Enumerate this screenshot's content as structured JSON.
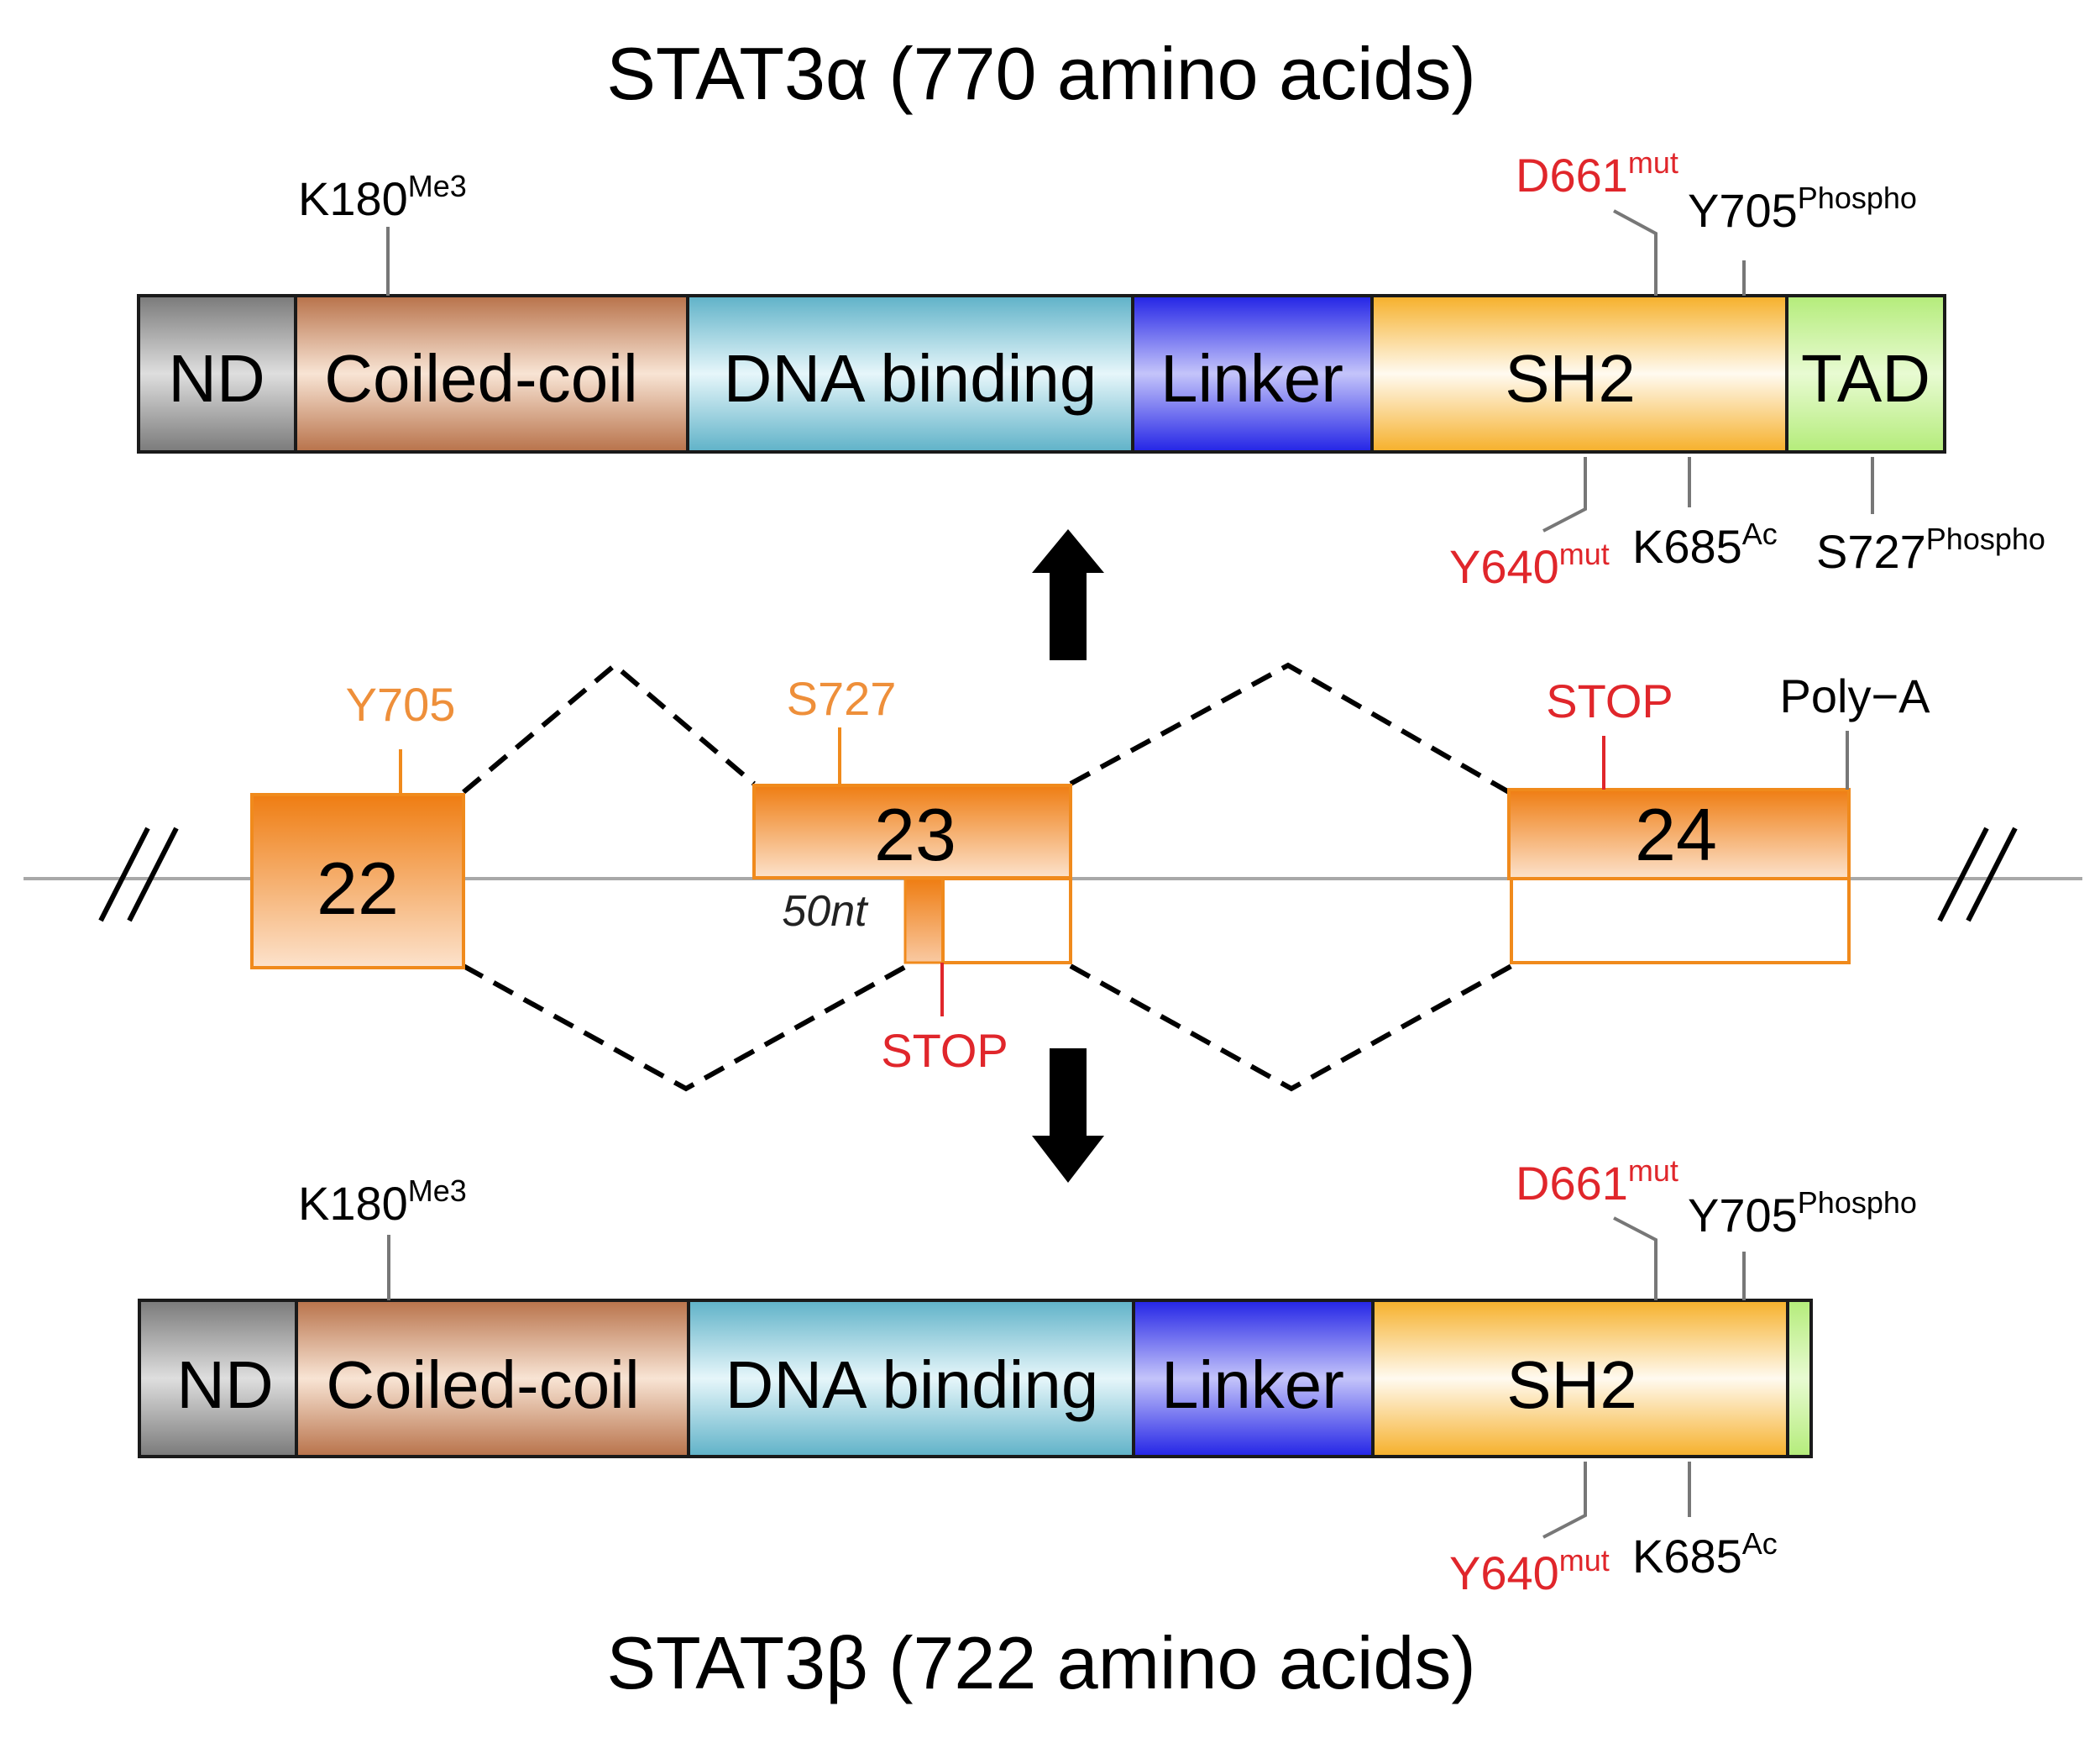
{
  "titles": {
    "alpha": "STAT3α (770 amino acids)",
    "beta": "STAT3β (722 amino acids)"
  },
  "protein_alpha": {
    "domains": {
      "nd": "ND",
      "coiled_coil": "Coiled-coil",
      "dna_binding": "DNA binding",
      "linker": "Linker",
      "sh2": "SH2",
      "tad": "TAD"
    },
    "sites": {
      "k180": {
        "base": "K180",
        "sup": "Me3"
      },
      "d661": {
        "base": "D661",
        "sup": "mut"
      },
      "y705": {
        "base": "Y705",
        "sup": "Phospho"
      },
      "y640": {
        "base": "Y640",
        "sup": "mut"
      },
      "k685": {
        "base": "K685",
        "sup": "Ac"
      },
      "s727": {
        "base": "S727",
        "sup": "Phospho"
      }
    }
  },
  "protein_beta": {
    "domains": {
      "nd": "ND",
      "coiled_coil": "Coiled-coil",
      "dna_binding": "DNA binding",
      "linker": "Linker",
      "sh2": "SH2"
    },
    "sites": {
      "k180": {
        "base": "K180",
        "sup": "Me3"
      },
      "d661": {
        "base": "D661",
        "sup": "mut"
      },
      "y705": {
        "base": "Y705",
        "sup": "Phospho"
      },
      "y640": {
        "base": "Y640",
        "sup": "mut"
      },
      "k685": {
        "base": "K685",
        "sup": "Ac"
      }
    }
  },
  "gene": {
    "exons": {
      "e22": "22",
      "e23": "23",
      "e24": "24"
    },
    "labels": {
      "y705": "Y705",
      "s727": "S727",
      "stop_exon24": "STOP",
      "poly_a": "Poly−A",
      "nt50": "50nt",
      "stop_beta": "STOP"
    }
  },
  "colors": {
    "mutation_red": "#e0262b",
    "exon_orange": "#f08a1c",
    "exon_label_orange": "#ee8f3a",
    "nd": "#9a9a9a",
    "coiled_coil": "#c48a62",
    "dna_binding": "#7ec4d6",
    "linker": "#3d3ef0",
    "sh2": "#f7b93a",
    "tad": "#bff08a"
  }
}
